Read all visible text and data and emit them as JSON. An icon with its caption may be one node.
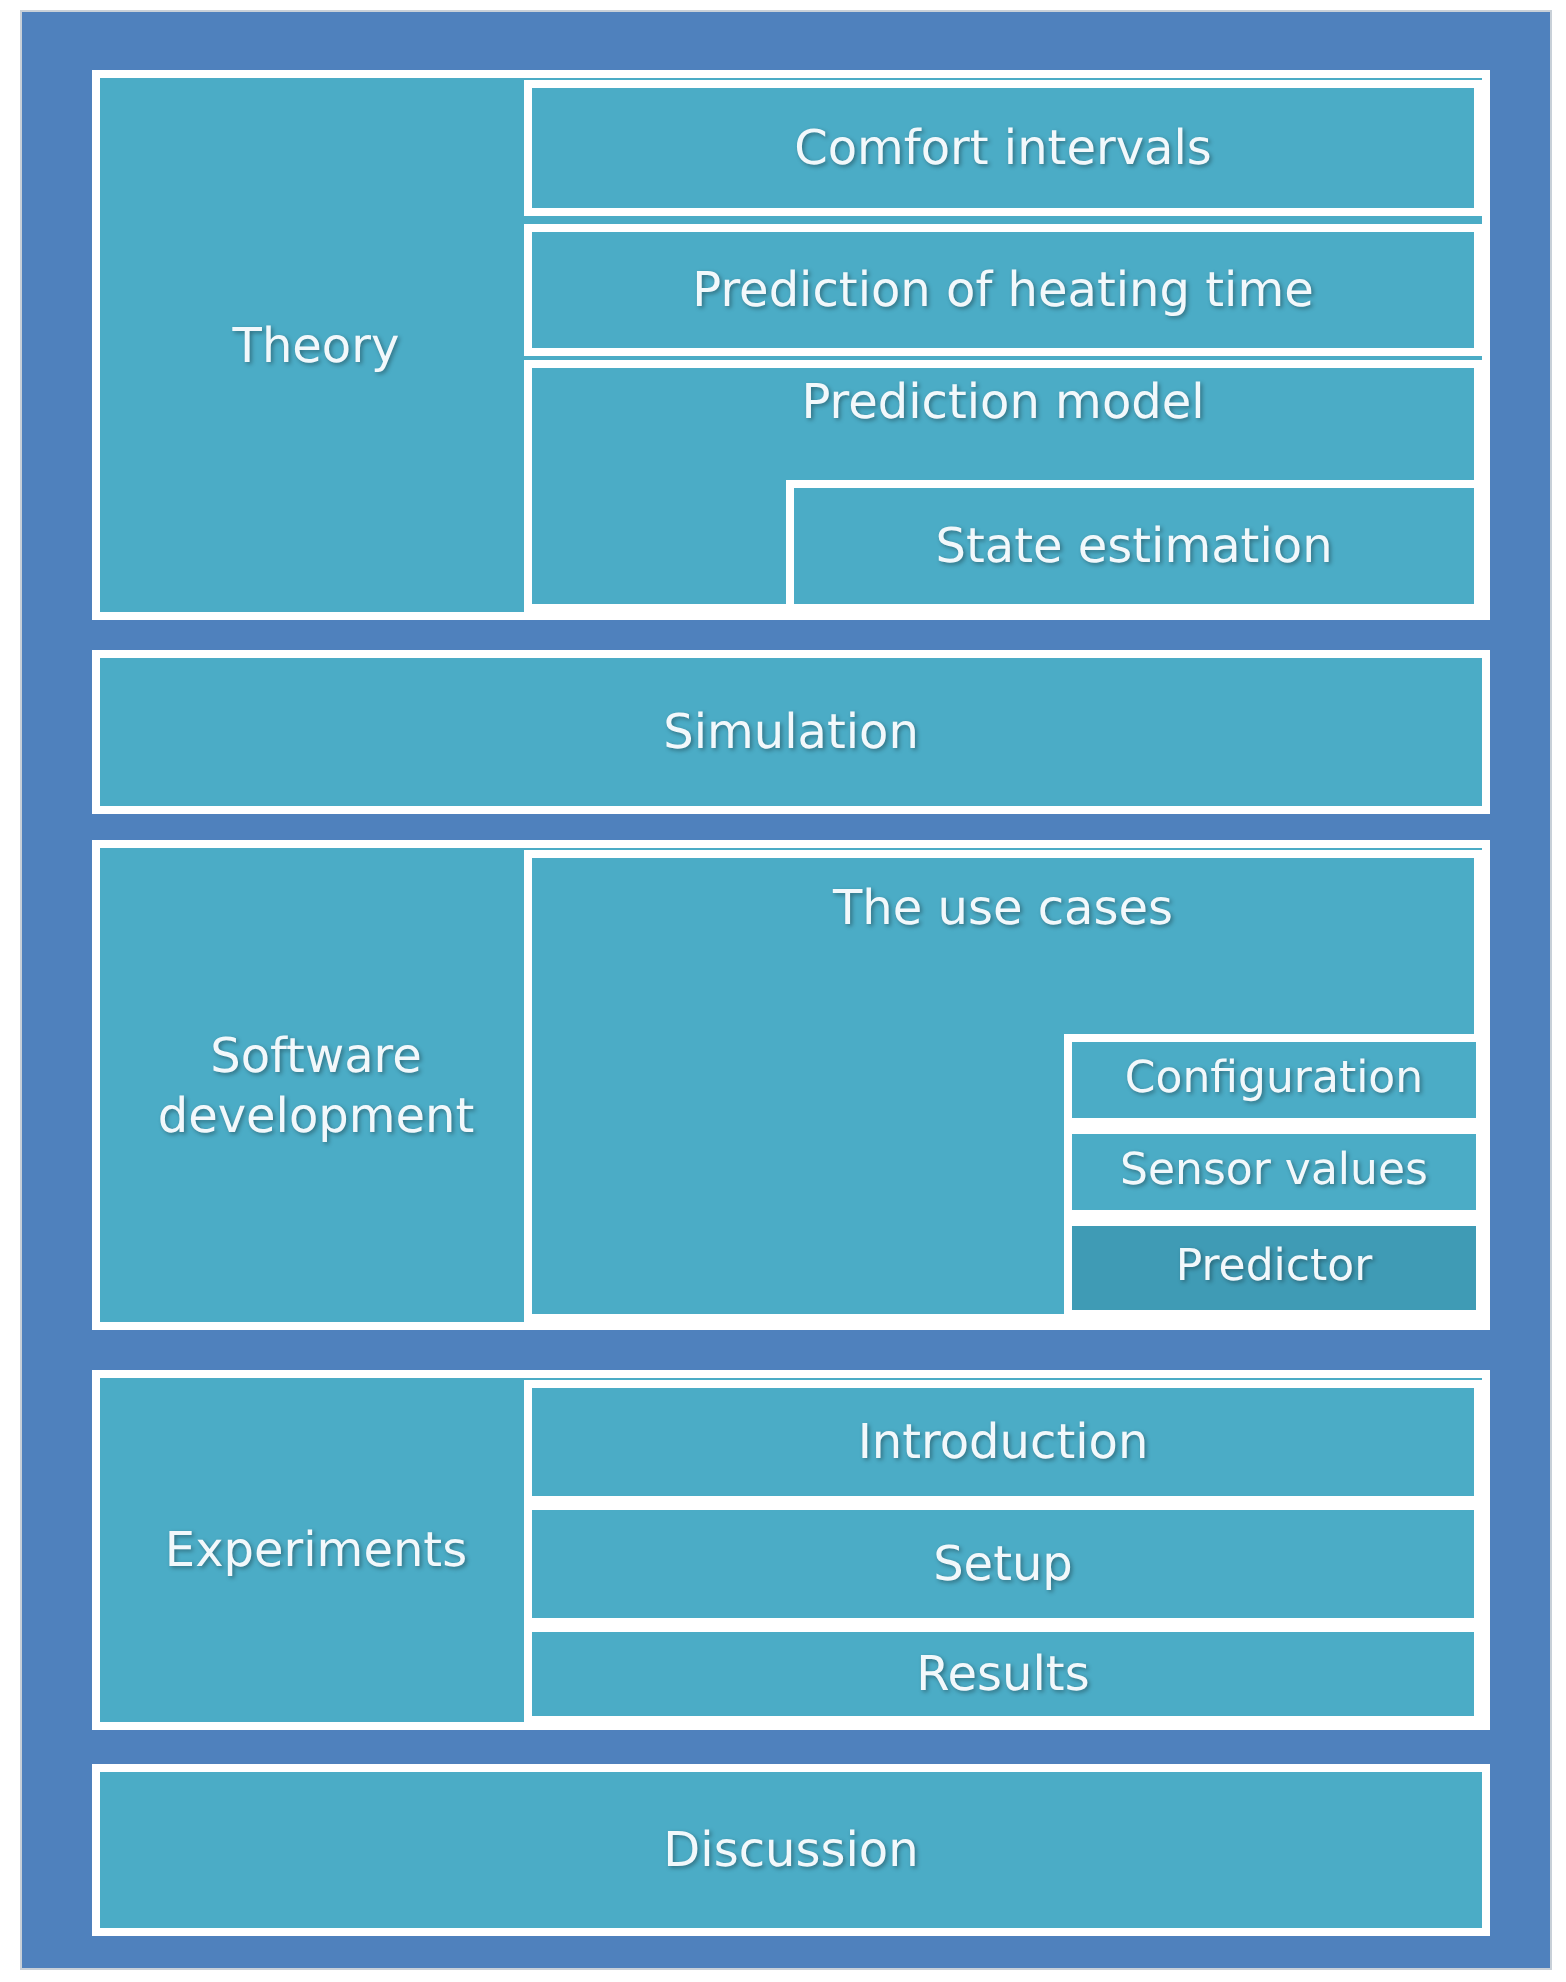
{
  "diagram": {
    "nodes": [
      {
        "text": [
          "Theory"
        ]
      },
      {
        "text": [
          "Comfort intervals"
        ],
        "in": 0
      },
      {
        "text": [
          "Prediction of heating time"
        ],
        "in": 0
      },
      {
        "text": [
          "Prediction model"
        ],
        "in": 0
      },
      {
        "text": [
          "State estimation"
        ],
        "in": 3
      },
      {
        "text": [
          "Simulation"
        ]
      },
      {
        "text": [
          "Software development"
        ]
      },
      {
        "text": [
          "The use cases"
        ],
        "in": 6
      },
      {
        "text": [
          "Configuration"
        ],
        "in": 7
      },
      {
        "text": [
          "Sensor values"
        ],
        "in": 7
      },
      {
        "text": [
          "Predictor"
        ],
        "in": 7
      },
      {
        "text": [
          "Experiments"
        ]
      },
      {
        "text": [
          "Introduction"
        ],
        "in": 11
      },
      {
        "text": [
          "Setup"
        ],
        "in": 11
      },
      {
        "text": [
          "Results"
        ],
        "in": 11
      },
      {
        "text": [
          "Discussion"
        ]
      }
    ],
    "edges": []
  }
}
